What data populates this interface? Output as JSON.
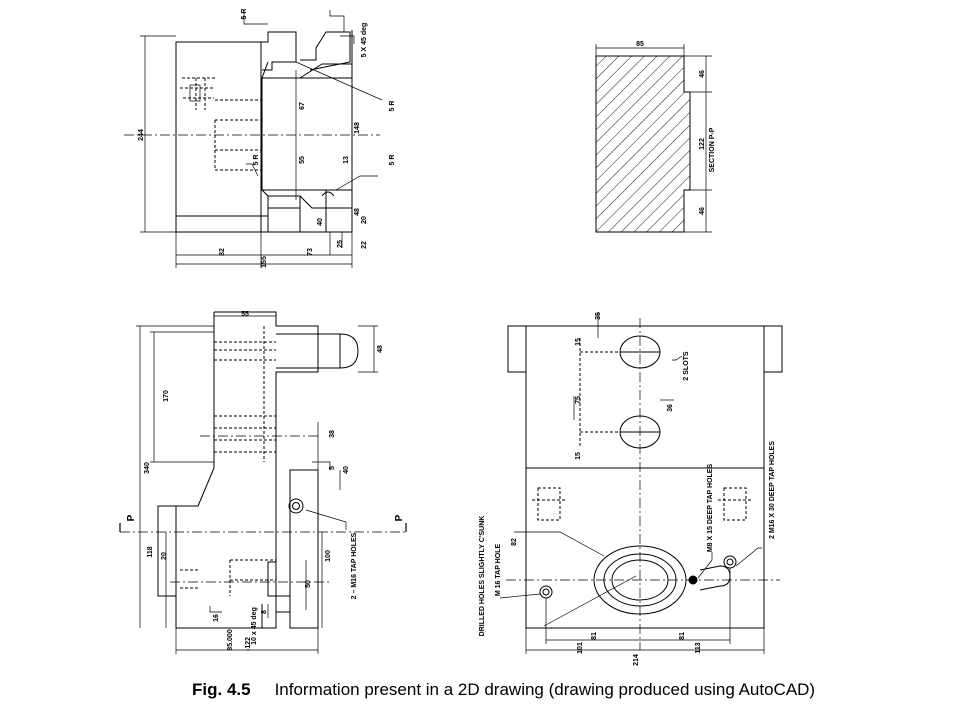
{
  "caption": {
    "number": "Fig. 4.5",
    "text": "Information present in a 2D drawing (drawing produced using AutoCAD)"
  },
  "views": {
    "top_left": {
      "dims": {
        "d244": "244",
        "d148": "148",
        "d67": "67",
        "d55": "55",
        "d13": "13",
        "d82": "82",
        "d155": "155",
        "d73": "73",
        "d25": "25",
        "d22": "22",
        "d20": "20",
        "d40": "40",
        "d48": "48",
        "d5r_a": "5 R",
        "d5r_b": "5 R",
        "d5r_c": "5 R",
        "d5r_d": "5 R",
        "d5x45": "5 X 45 deg"
      }
    },
    "section": {
      "dims": {
        "d85": "85",
        "d46a": "46",
        "d122": "122",
        "d46b": "46"
      },
      "label": "SECTION P-P"
    },
    "bottom_left": {
      "dims": {
        "d55": "55",
        "d48": "48",
        "d170": "170",
        "d340": "340",
        "d38": "38",
        "d5": "5",
        "d40": "40",
        "d100": "100",
        "d50": "50",
        "d118": "118",
        "d20": "20",
        "d16": "16",
        "d85000": "85.000",
        "d122": "-122",
        "d8": "8",
        "d10x45": "10 x 45 deg"
      },
      "p_left": "P",
      "p_right": "P",
      "tap_holes": "2 – M16 TAP HOLES"
    },
    "bottom_right": {
      "dims": {
        "d35": "35",
        "d15a": "15",
        "d75": "75",
        "d36": "36",
        "d15b": "15",
        "d82": "82",
        "d81a": "81",
        "d81b": "81",
        "d101": "101",
        "d214": "214",
        "d113": "113"
      },
      "slots": "2 SLOTS",
      "deep_tap_16": "2 M16 X 30 DEEP TAP HOLES",
      "deep_tap_8": "M8 X 15 DEEP TAP HOLES",
      "m16_tap": "M 16 TAP HOLE",
      "drilled": "DRILLED HOLES SLIGHTLY C'SUNK"
    }
  }
}
